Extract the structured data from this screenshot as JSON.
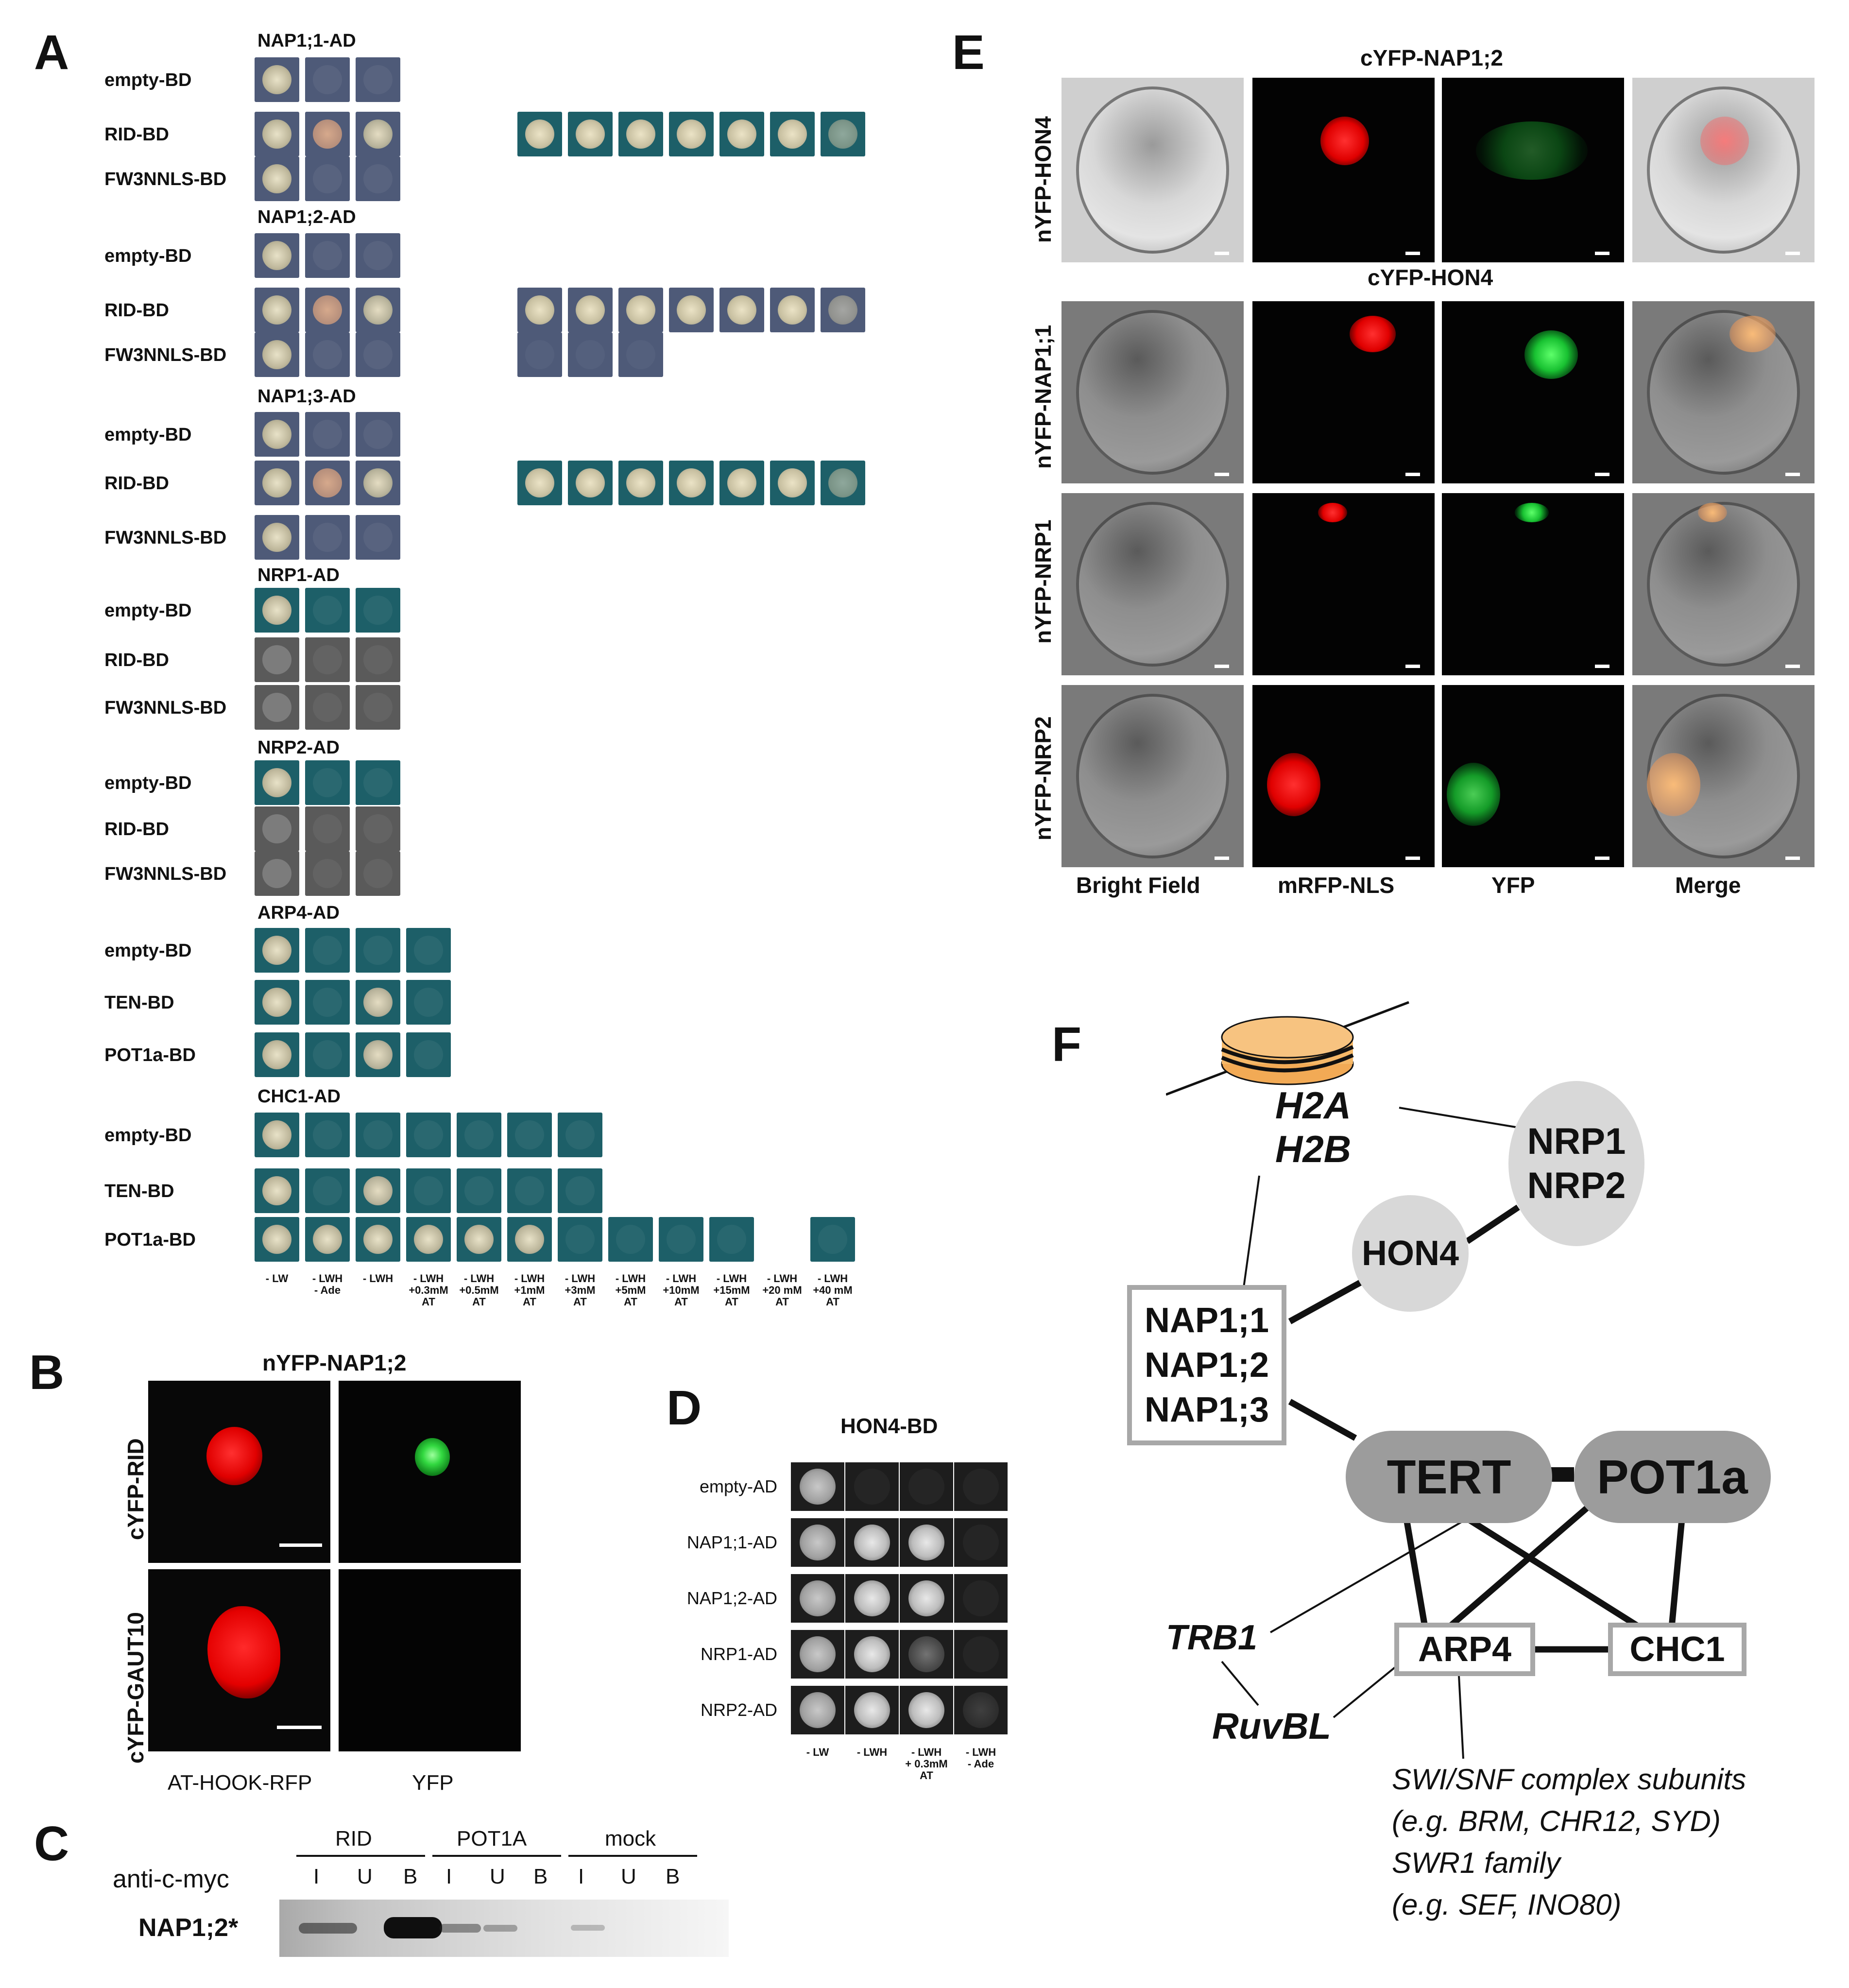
{
  "panels": {
    "a": "A",
    "b": "B",
    "c": "C",
    "d": "D",
    "e": "E",
    "f": "F"
  },
  "a": {
    "groups": [
      {
        "header": "NAP1;1-AD",
        "rows": [
          "empty-BD",
          "RID-BD",
          "FW3NNLS-BD"
        ]
      },
      {
        "header": "NAP1;2-AD",
        "rows": [
          "empty-BD",
          "RID-BD",
          "FW3NNLS-BD"
        ]
      },
      {
        "header": "NAP1;3-AD",
        "rows": [
          "empty-BD",
          "RID-BD",
          "FW3NNLS-BD"
        ]
      },
      {
        "header": "NRP1-AD",
        "rows": [
          "empty-BD",
          "RID-BD",
          "FW3NNLS-BD"
        ]
      },
      {
        "header": "NRP2-AD",
        "rows": [
          "empty-BD",
          "RID-BD",
          "FW3NNLS-BD"
        ]
      },
      {
        "header": "ARP4-AD",
        "rows": [
          "empty-BD",
          "TEN-BD",
          "POT1a-BD"
        ]
      },
      {
        "header": "CHC1-AD",
        "rows": [
          "empty-BD",
          "TEN-BD",
          "POT1a-BD"
        ]
      }
    ],
    "conditions": [
      "- LW",
      "- LWH\n- Ade",
      "- LWH",
      "- LWH\n+0.3mM\nAT",
      "- LWH\n+0.5mM\nAT",
      "- LWH\n+1mM\nAT",
      "- LWH\n+3mM\nAT",
      "- LWH\n+5mM\nAT",
      "- LWH\n+10mM\nAT",
      "- LWH\n+15mM\nAT",
      "- LWH\n+20 mM\nAT",
      "- LWH\n+40 mM\nAT"
    ]
  },
  "b": {
    "title": "nYFP-NAP1;2",
    "rows": [
      "cYFP-RID",
      "cYFP-GAUT10"
    ],
    "cols": [
      "AT-HOOK-RFP",
      "YFP"
    ]
  },
  "c": {
    "groups": [
      "RID",
      "POT1A",
      "mock"
    ],
    "lanes": [
      "I",
      "U",
      "B",
      "I",
      "U",
      "B",
      "I",
      "U",
      "B"
    ],
    "antibody": "anti-c-myc",
    "band": "NAP1;2*"
  },
  "d": {
    "title": "HON4-BD",
    "rows": [
      "empty-AD",
      "NAP1;1-AD",
      "NAP1;2-AD",
      "NRP1-AD",
      "NRP2-AD"
    ],
    "conditions": [
      "- LW",
      "- LWH",
      "- LWH\n+ 0.3mM\nAT",
      "- LWH\n- Ade"
    ]
  },
  "e": {
    "section1": "cYFP-NAP1;2",
    "section2": "cYFP-HON4",
    "rows": [
      "nYFP-HON4",
      "nYFP-NAP1;1",
      "nYFP-NRP1",
      "nYFP-NRP2"
    ],
    "cols": [
      "Bright Field",
      "mRFP-NLS",
      "YFP",
      "Merge"
    ]
  },
  "f": {
    "h2a": "H2A",
    "h2b": "H2B",
    "nrp1": "NRP1",
    "nrp2": "NRP2",
    "hon4": "HON4",
    "nap1": "NAP1;1",
    "nap2": "NAP1;2",
    "nap3": "NAP1;3",
    "tert": "TERT",
    "pot1a": "POT1a",
    "trb1": "TRB1",
    "arp4": "ARP4",
    "chc1": "CHC1",
    "ruvbl": "RuvBL",
    "notes": [
      "SWI/SNF complex subunits",
      "(e.g. BRM, CHR12, SYD)",
      "SWR1 family",
      "(e.g. SEF, INO80)"
    ]
  },
  "colors": {
    "teal": "#1d5f68",
    "slate": "#4e5a78",
    "gray": "#5a5a5a",
    "yfp": "#2bd14a",
    "rfp": "#ff1818",
    "node_light": "#d8d8d8",
    "node_dark": "#9c9c9c",
    "nucleosome": "#f5b868"
  }
}
